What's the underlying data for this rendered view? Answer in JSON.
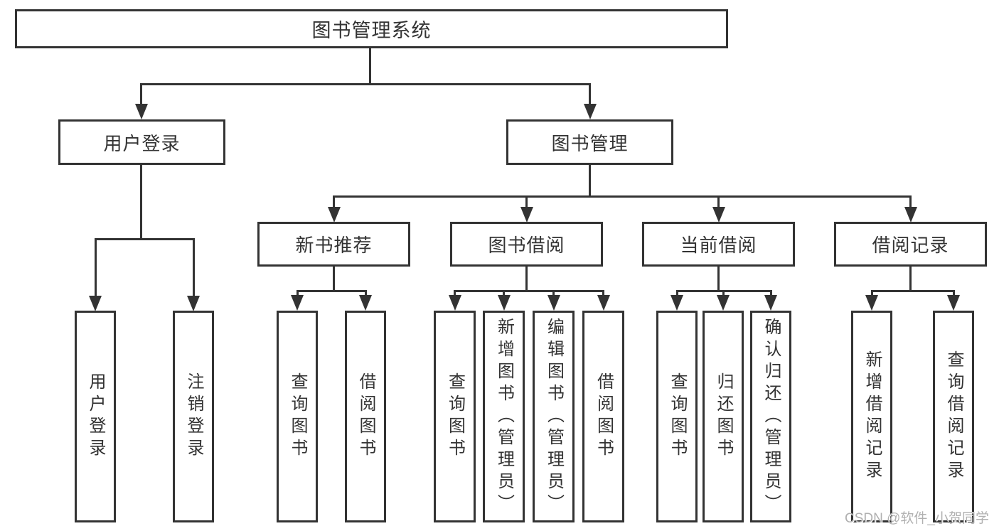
{
  "diagram_title": "图书管理系统",
  "tree": {
    "label": "图书管理系统",
    "children": [
      {
        "label": "用户登录",
        "leaves": [
          {
            "label": "用户登录"
          },
          {
            "label": "注销登录"
          }
        ]
      },
      {
        "label": "图书管理",
        "children": [
          {
            "label": "新书推荐",
            "leaves": [
              {
                "label": "查询图书"
              },
              {
                "label": "借阅图书"
              }
            ]
          },
          {
            "label": "图书借阅",
            "leaves": [
              {
                "label": "查询图书"
              },
              {
                "label": "新增图书（管理员）"
              },
              {
                "label": "编辑图书（管理员）"
              },
              {
                "label": "借阅图书"
              }
            ]
          },
          {
            "label": "当前借阅",
            "leaves": [
              {
                "label": "查询图书"
              },
              {
                "label": "归还图书"
              },
              {
                "label": "确认归还（管理员）"
              }
            ]
          },
          {
            "label": "借阅记录",
            "leaves": [
              {
                "label": "新增借阅记录"
              },
              {
                "label": "查询借阅记录"
              }
            ]
          }
        ]
      }
    ]
  },
  "watermark": "CSDN @软件_小贺同学",
  "colors": {
    "line": "#333333",
    "text": "#333333",
    "background": "#ffffff",
    "watermark": "#b0b0b0"
  }
}
